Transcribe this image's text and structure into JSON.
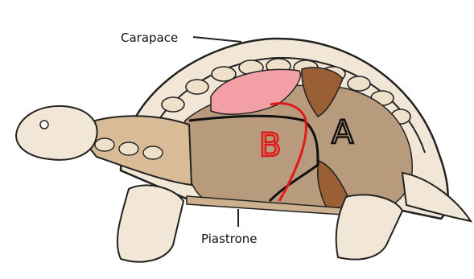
{
  "labels": {
    "carapace": "Carapace",
    "plastron": "Piastrone",
    "region_b": "B",
    "region_a": "A"
  },
  "colors": {
    "shell_bone": "#f2e6d6",
    "body_cavity": "#b89b7c",
    "skin_tan": "#d9bb98",
    "lung_pink": "#f2a0a6",
    "muscle_brown": "#9b5f35",
    "outline": "#222222",
    "red_line": "#e01a1a"
  }
}
